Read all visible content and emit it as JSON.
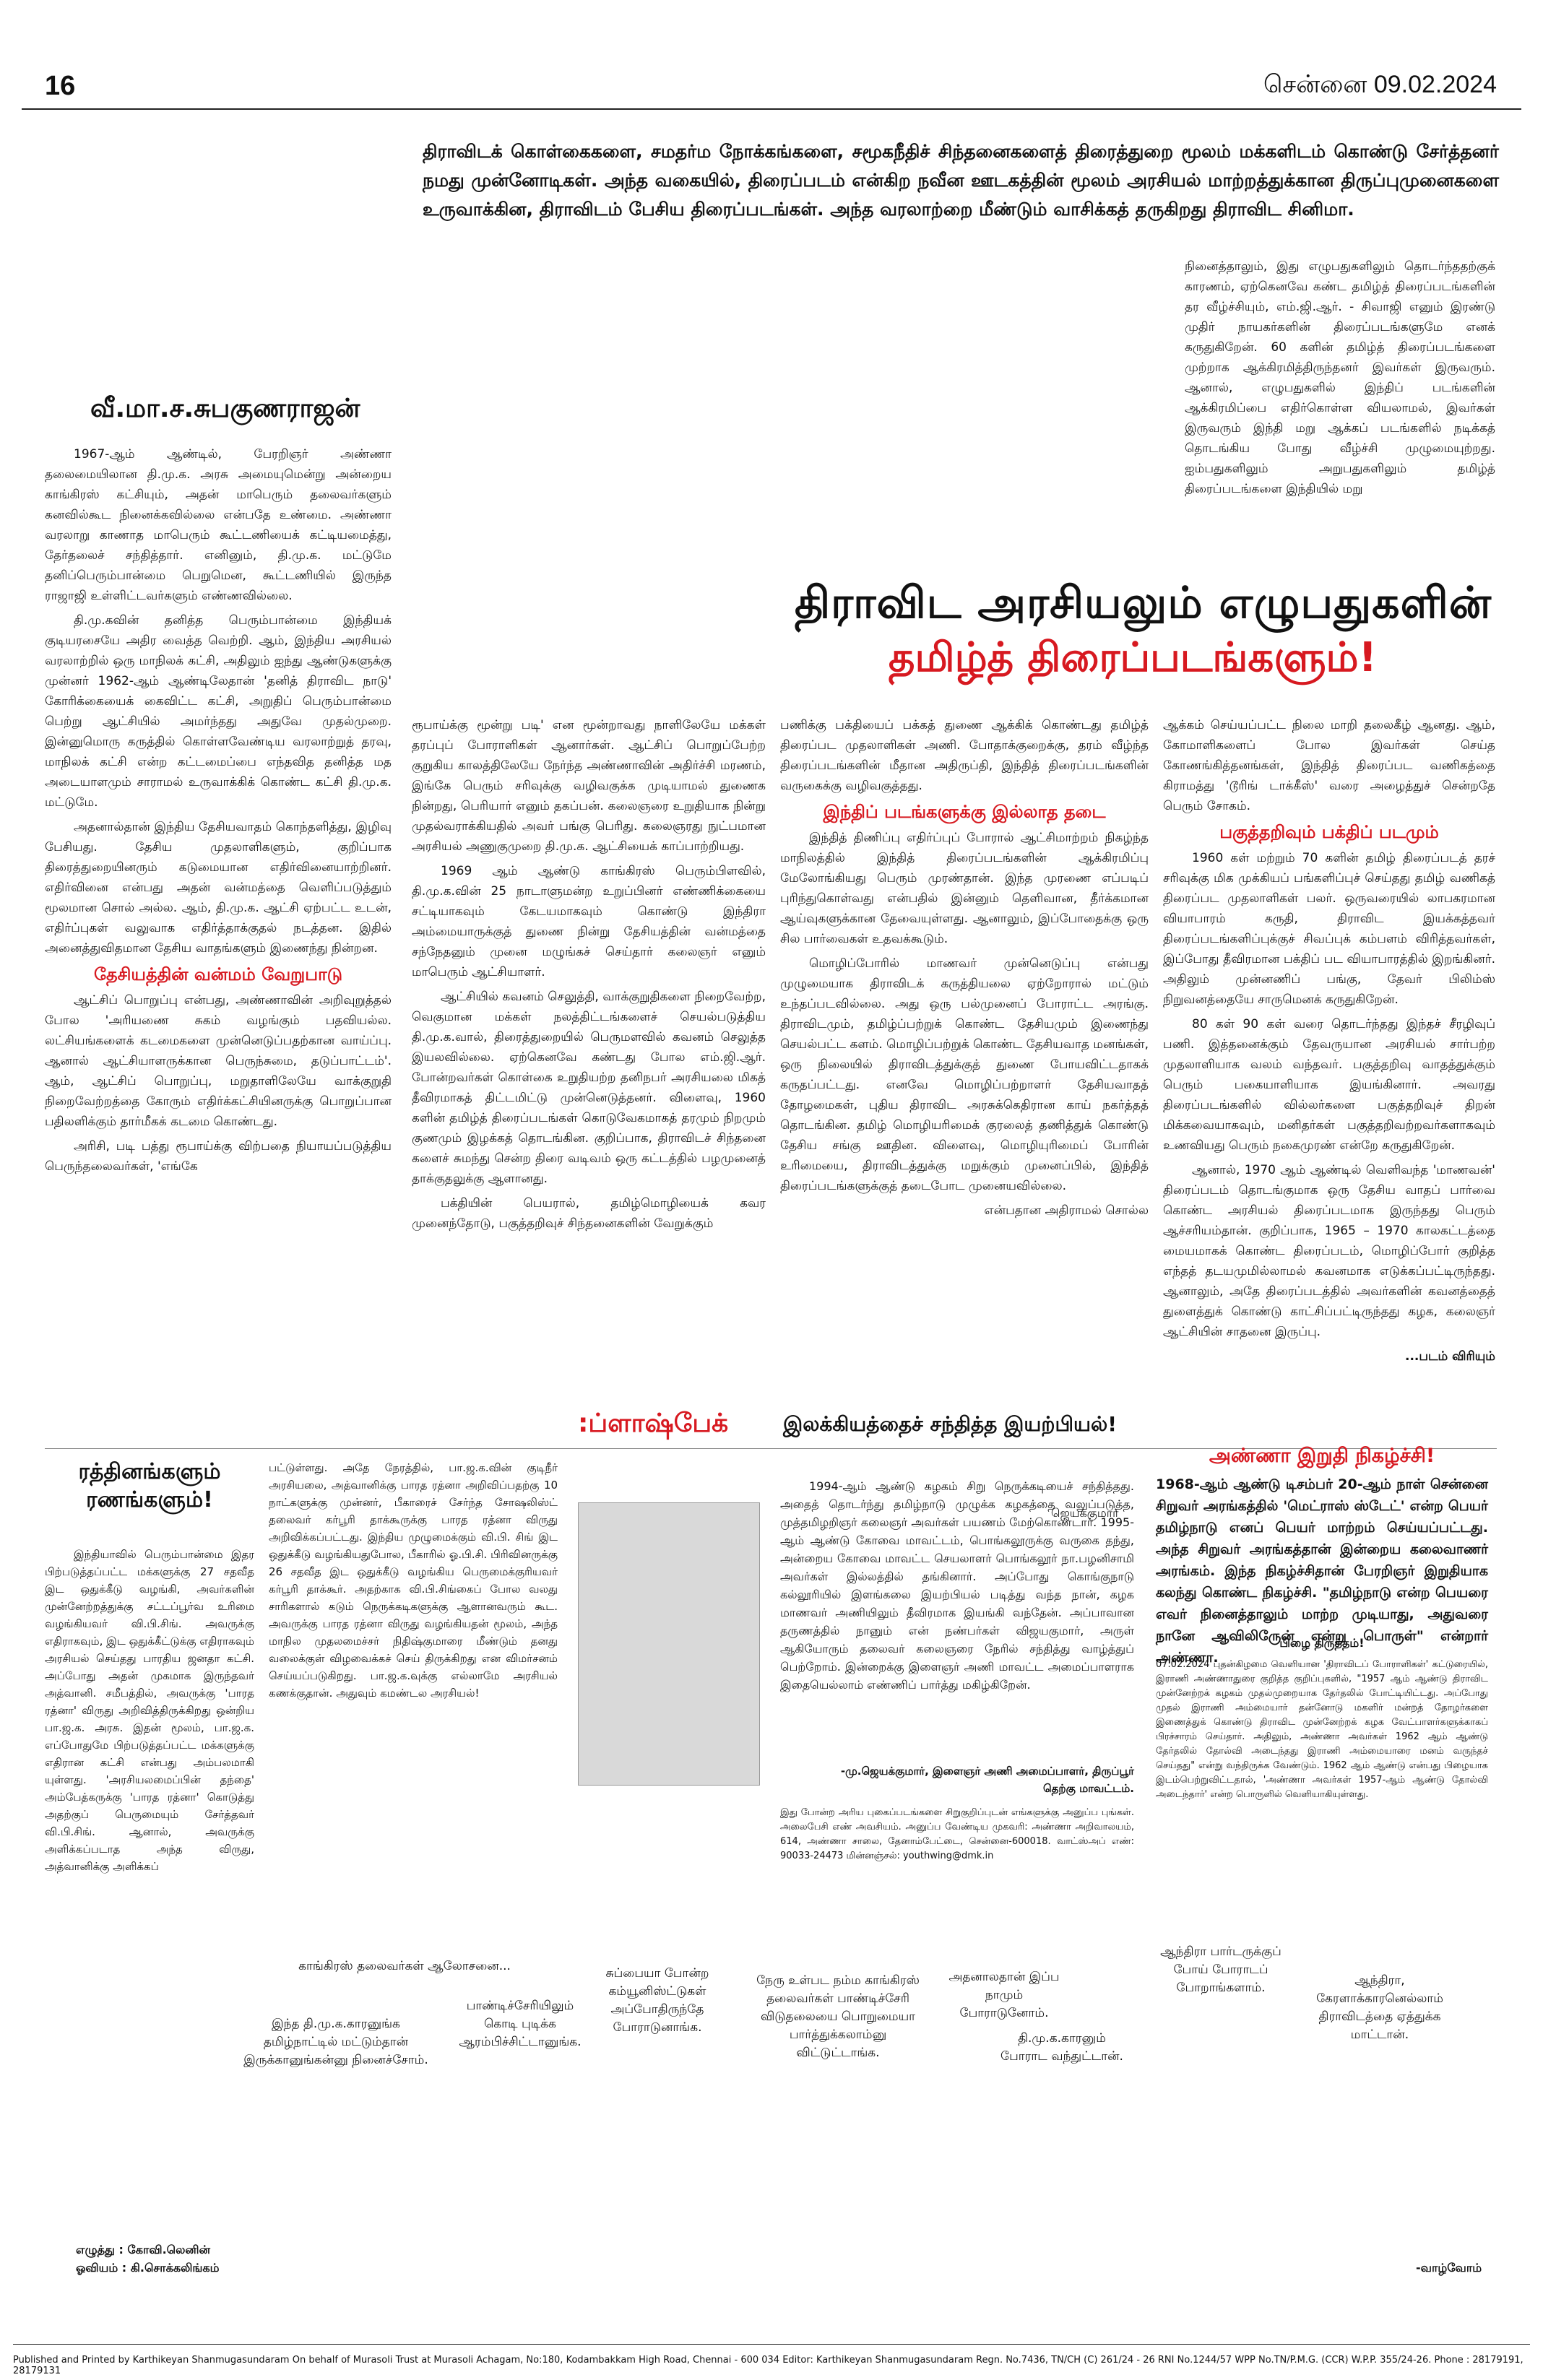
{
  "page": {
    "number": "16",
    "date": "சென்னை 09.02.2024"
  },
  "intro": "திராவிடக் கொள்கைகளை, சமதர்ம நோக்கங்களை, சமூகநீதிச் சிந்தனைகளைத் திரைத்துறை மூலம் மக்களிடம் கொண்டு சேர்த்தனர் நமது முன்னோடிகள். அந்த வகையில், திரைப்படம் என்கிற நவீன ஊடகத்தின் மூலம் அரசியல் மாற்றத்துக்கான திருப்புமுனைகளை உருவாக்கின, திராவிடம் பேசிய திரைப்படங்கள். அந்த வரலாற்றை மீண்டும் வாசிக்கத் தருகிறது திராவிட சினிமா.",
  "byline": "வீ.மா.ச.சுபகுணராஜன்",
  "headline": {
    "line1": "திராவிட அரசியலும் எழுபதுகளின்",
    "line2": "தமிழ்த் திரைப்படங்களும்!"
  },
  "col1": [
    "1967-ஆம் ஆண்டில், பேரறிஞர் அண்ணா தலைமையிலான தி.மு.க. அரசு அமையுமென்று அன்றைய காங்கிரஸ் கட்சியும், அதன் மாபெரும் தலைவர்களும் கனவில்கூட நினைக்கவில்லை என்பதே உண்மை. அண்ணா வரலாறு காணாத மாபெரும் கூட்டணியைக் கட்டியமைத்து, தேர்தலைச் சந்தித்தார். எனினும், தி.மு.க. மட்டுமே தனிப்பெரும்பான்மை பெறுமென, கூட்டணியில் இருந்த ராஜாஜி உள்ளிட்டவர்களும் எண்ணவில்லை.",
    "தி.மு.கவின் தனித்த பெரும்பான்மை இந்தியக் குடியரசையே அதிர வைத்த வெற்றி. ஆம், இந்திய அரசியல் வரலாற்றில் ஒரு மாநிலக் கட்சி, அதிலும் ஐந்து ஆண்டுகளுக்கு முன்னர் 1962-ஆம் ஆண்டிலேதான் 'தனித் திராவிட நாடு' கோரிக்கையைக் கைவிட்ட கட்சி, அறுதிப் பெரும்பான்மை பெற்று ஆட்சியில் அமர்ந்தது அதுவே முதல்முறை. இன்னுமொரு கருத்தில் கொள்ளவேண்டிய வரலாற்றுத் தரவு, மாநிலக் கட்சி என்ற கட்டமைப்பை எந்தவித தனித்த மத அடையாளமும் சாராமல் உருவாக்கிக் கொண்ட கட்சி தி.மு.க. மட்டுமே.",
    "அதனால்தான் இந்திய தேசியவாதம் கொந்தளித்து, இழிவு பேசியது. தேசிய முதலாளிகளும், குறிப்பாக திரைத்துறையினரும் கடுமையான எதிர்வினையாற்றினர். எதிர்வினை என்பது அதன் வன்மத்தை வெளிப்படுத்தும் மூலமான சொல் அல்ல. ஆம், தி.மு.க. ஆட்சி ஏற்பட்ட உடன், எதிர்ப்புகள் வலுவாக எதிர்த்தாக்குதல் நடத்தன. இதில் அனைத்துவிதமான தேசிய வாதங்களும் இணைந்து நின்றன."
  ],
  "sub1": "தேசியத்தின் வன்மம் வேறுபாடு",
  "col1b": [
    "ஆட்சிப் பொறுப்பு என்பது, அண்ணாவின் அறிவுறுத்தல் போல 'அரியணை சுகம் வழங்கும் பதவியல்ல. லட்சியங்களைக் கடமைகளை முன்னெடுப்பதற்கான வாய்ப்பு. ஆனால் ஆட்சியாளருக்கான பெருந்சுமை, தடுப்பாட்டம்'. ஆம், ஆட்சிப் பொறுப்பு, மறுதாளிலேயே வாக்குறுதி நிறைவேற்றத்தை கோரும் எதிர்க்கட்சியினருக்கு பொறுப்பான பதிலளிக்கும் தார்மீகக் கடமை கொண்டது.",
    "அரிசி, படி பத்து ரூபாய்க்கு விற்பதை நியாயப்படுத்திய பெருந்தலைவர்கள், 'எங்கே"
  ],
  "col2": [
    "ரூபாய்க்கு மூன்று படி' என மூன்றாவது நாளிலேயே மக்கள் தரப்புப் போராளிகள் ஆனார்கள். ஆட்சிப் பொறுப்பேற்ற குறுகிய காலத்திலேயே நேர்ந்த அண்ணாவின் அதிர்ச்சி மரணம், இங்கே பெரும் சரிவுக்கு வழிவகுக்க முடியாமல் துணைக நின்றது, பெரியார் எனும் தகப்பன். கலைஞரை உறுதியாக நின்று முதல்வராக்கியதில் அவர் பங்கு பெரிது. கலைஞரது நுட்பமான அரசியல் அணுகுமுறை தி.மு.க. ஆட்சியைக் காப்பாற்றியது.",
    "1969 ஆம் ஆண்டு காங்கிரஸ் பெரும்பிளவில், தி.மு.க.வின் 25 நாடாளுமன்ற உறுப்பினர் எண்ணிக்கையை சட்டியாகவும் கேடயமாகவும் கொண்டு இந்திரா அம்மையாருக்குத் துணை நின்று தேசியத்தின் வன்மத்தை சந்நேதனும் முனை மழுங்கச் செய்தார் கலைஞர் எனும் மாபெரும் ஆட்சியாளர்.",
    "ஆட்சியில் கவனம் செலுத்தி, வாக்குறுதிகளை நிறைவேற்ற, வெகுமான மக்கள் நலத்திட்டங்களைச் செயல்படுத்திய தி.மு.க.வால், திரைத்துறையில் பெருமளவில் கவனம் செலுத்த இயலவில்லை. ஏற்கெனவே கண்டது போல எம்.ஜி.ஆர். போன்றவர்கள் கொள்கை உறுதியற்ற தனிநபர் அரசியலை மிகத் தீவிரமாகத் திட்டமிட்டு முன்னெடுத்தனர். விளைவு, 1960 களின் தமிழ்த் திரைப்படங்கள் கொடுவேகமாகத் தரமும் நிறமும் குணமும் இழக்கத் தொடங்கின. குறிப்பாக, திராவிடச் சிந்தனை களைச் சுமந்து சென்ற திரை வடிவம் ஒரு கட்டத்தில் பழமுனைத் தாக்குதலுக்கு ஆளானது.",
    "பக்தியின் பெயரால், தமிழ்மொழியைக் கவர முனைந்தோடு, பகுத்தறிவுச் சிந்தனைகளின் வேறுக்கும்"
  ],
  "col3": [
    "பணிக்கு பக்தியைப் பக்கத் துணை ஆக்கிக் கொண்டது தமிழ்த் திரைப்பட முதலாளிகள் அணி. போதாக்குறைக்கு, தரம் வீழ்ந்த திரைப்படங்களின் மீதான அதிருப்தி, இந்தித் திரைப்படங்களின் வருகைக்கு வழிவகுத்தது."
  ],
  "sub2": "இந்திப் படங்களுக்கு இல்லாத தடை",
  "col3b": [
    "இந்தித் திணிப்பு எதிர்ப்புப் போரால் ஆட்சிமாற்றம் நிகழ்ந்த மாநிலத்தில் இந்தித் திரைப்படங்களின் ஆக்கிரமிப்பு மேலோங்கியது பெரும் முரண்தான். இந்த முரணை எப்படிப் புரிந்துகொள்வது என்பதில் இன்னும் தெளிவான, தீர்க்கமான ஆய்வுகளுக்கான தேவையுள்ளது. ஆனாலும், இப்போதைக்கு ஒரு சில பார்வைகள் உதவக்கூடும்.",
    "மொழிப்போரில் மாணவர் முன்னெடுப்பு என்பது முழுமையாக திராவிடக் கருத்தியலை ஏற்றோரால் மட்டும் உந்தப்படவில்லை. அது ஒரு பல்முனைப் போராட்ட அரங்கு. திராவிடமும், தமிழ்ப்பற்றுக் கொண்ட தேசியமும் இணைந்து செயல்பட்ட களம். மொழிப்பற்றுக் கொண்ட தேசியவாத மனங்கள், ஒரு நிலையில் திராவிடத்துக்குத் துணை போயவிட்டதாகக் கருதப்பட்டது. எனவே மொழிப்பற்றாளர் தேசியவாதத் தோழமைகள், புதிய திராவிட அரசுக்கெதிரான காய் நகர்த்தத் தொடங்கின. தமிழ் மொழியரிமைக் குரலைத் தணித்துக் கொண்டு தேசிய சங்கு ஊதின. விளைவு, மொழியுரிமைப் போரின் உரிமையை, திராவிடத்துக்கு மறுக்கும் முனைப்பில், இந்தித் திரைப்படங்களுக்குத் தடைபோட முனையவில்லை."
  ],
  "col3end": "என்பதான அதிராமல் சொல்ல",
  "col4": [
    "ஆக்கம் செய்யப்பட்ட நிலை மாறி தலைகீழ் ஆனது. ஆம், கோமாளிகளைப் போல இவர்கள் செய்த கோணங்கித்தனங்கள், இந்தித் திரைப்பட வணிகத்தை கிராமத்து 'டூரிங் டாக்கீஸ்' வரை அழைத்துச் சென்றதே பெரும் சோகம்."
  ],
  "sub3": "பகுத்தறிவும் பக்திப் படமும்",
  "col4b": [
    "1960 கள் மற்றும் 70 களின் தமிழ் திரைப்படத் தரச் சரிவுக்கு மிக முக்கியப் பங்களிப்புச் செய்தது தமிழ் வணிகத் திரைப்பட முதலாளிகள் பலர். ஒருவரையில் லாபகரமான வியாபாரம் கருதி, திராவிட இயக்கத்தவர் திரைப்படங்களிப்புக்குச் சிவப்புக் கம்பளம் விரித்தவர்கள், இப்போது தீவிரமான பக்திப் பட வியாபாரத்தில் இறங்கினர். அதிலும் முன்னணிப் பங்கு, தேவர் பிலிம்ஸ் நிறுவனத்தையே சாருமெனக் கருதுகிறேன்.",
    "80 கள் 90 கள் வரை தொடர்ந்தது இந்தச் சீரழிவுப் பணி. இத்தனைக்கும் தேவருயான அரசியல் சார்பற்ற முதலாளியாக வலம் வந்தவர். பகுத்தறிவு வாதத்துக்கும் பெரும் பகையாளியாக இயங்கினார். அவரது திரைப்படங்களில் வில்லர்களை பகுத்தறிவுச் திறன் மிக்கவையாகவும், மனிதர்கள் பகுத்தறிவற்றவர்களாகவும் உணவியது பெரும் நகைமுரண் என்றே கருதுகிறேன்.",
    "ஆனால், 1970 ஆம் ஆண்டில் வெளிவந்த 'மாணவன்' திரைப்படம் தொடங்குமாக ஒரு தேசிய வாதப் பார்வை கொண்ட அரசியல் திரைப்படமாக இருந்தது பெரும் ஆச்சரியம்தான். குறிப்பாக, 1965 – 1970 காலகட்டத்தை மையமாகக் கொண்ட திரைப்படம், மொழிப்போர் குறித்த எந்தத் தடயமுமில்லாமல் கவனமாக எடுக்கப்பட்டிருந்தது. ஆனாலும், அதே திரைப்படத்தில் அவர்களின் கவனத்தைத் துளைத்துக் கொண்டு காட்சிப்பட்டிருந்தது கழக, கலைஞர் ஆட்சியின் சாதனை இருப்பு."
  ],
  "col4end": "...படம் விரியும்",
  "col0top": [
    "நினைத்தாலும், இது எழுபதுகளிலும் தொடர்ந்ததற்குக் காரணம், ஏற்கெனவே கண்ட தமிழ்த் திரைப்படங்களின் தர வீழ்ச்சியும், எம்.ஜி.ஆர். - சிவாஜி எனும் இரண்டு முதிர் நாயகர்களின் திரைப்படங்களுமே எனக் கருதுகிறேன். 60 களின் தமிழ்த் திரைப்படங்களை முற்றாக ஆக்கிரமித்திருந்தனர் இவர்கள் இருவரும். ஆனால், எழுபதுகளில் இந்திப் படங்களின் ஆக்கிரமிப்பை எதிர்கொள்ள வியலாமல், இவர்கள் இருவரும் இந்தி மறு ஆக்கப் படங்களில் நடிக்கத் தொடங்கிய போது வீழ்ச்சி முழுமையுற்றது. ஐம்பதுகளிலும் அறுபதுகளிலும் தமிழ்த் திரைப்படங்களை இந்தியில் மறு"
  ],
  "box1": {
    "title": "ரத்தினங்களும் ரணங்களும்!",
    "text": "இந்தியாவில் பெரும்பான்மை இதர பிற்படுத்தப்பட்ட மக்களுக்கு 27 சதவீத இட ஒதுக்கீடு வழங்கி, அவர்களின் முன்னேற்றத்துக்கு சட்டப்பூர்வ உரிமை வழங்கியவர் வி.பி.சிங். அவருக்கு எதிராகவும், இட ஒதுக்கீட்டுக்கு எதிராகவும் அரசியல் செய்தது பாரதிய ஜனதா கட்சி. அப்போது அதன் முகமாக இருந்தவர் அத்வானி. சமீபத்தில், அவருக்கு 'பாரத ரத்னா' விருது அறிவித்திருக்கிறது ஒன்றிய பா.ஜ.க. அரசு. இதன் மூலம், பா.ஜ.க. எப்போதுமே பிற்படுத்தப்பட்ட மக்களுக்கு எதிரான கட்சி என்பது அம்பலமாகி யுள்ளது. 'அரசியலமைப்பின் தந்தை' அம்பேத்கருக்கு 'பாரத ரத்னா' கொடுத்து அதற்குப் பெருமையும் சேர்த்தவர் வி.பி.சிங். ஆனால், அவருக்கு அளிக்கப்படாத அந்த விருது, அத்வானிக்கு அளிக்கப்",
    "text2": "பட்டுள்ளது. அதே நேரத்தில், பா.ஜ.க.வின் குடிநீர் அரசியலை, அத்வானிக்கு பாரத ரத்னா அறிவிப்பதற்கு 10 நாட்களுக்கு முன்னர், பீகாரைச் சேர்ந்த சோஷலிஸ்ட் தலைவர் கர்பூரி தாக்கூருக்கு பாரத ரத்னா விருது அறிவிக்கப்பட்டது. இந்திய முழுமைக்கும் வி.பி. சிங் இட ஒதுக்கீடு வழங்கியதுபோல, பீகாரில் ஓ.பி.சி. பிரிவினருக்கு 26 சதவீத இட ஒதுக்கீடு வழங்கிய பெருமைக்குரியவர் கர்பூரி தாக்கூர். அதற்காக வி.பி.சிங்கைப் போல வலது சாரிகளால் கடும் நெருக்கடிகளுக்கு ஆளானவரும் கூட. அவருக்கு பாரத ரத்னா விருது வழங்கியதன் மூலம், அந்த மாநில முதலமைச்சர் நிதிஷ்குமாரை மீண்டும் தனது வலைக்குள் விழவைக்கச் செய் திருக்கிறது என விமர்சனம் செய்யப்படுகிறது. பா.ஜ.க.வுக்கு எல்லாமே அரசியல் கணக்குதான். அதுவும் கமண்டல அரசியல்!"
  },
  "flash": ":ப்ளாஷ்பேக்",
  "box2": {
    "title": "இலக்கியத்தைச் சந்தித்த இயற்பியல்!",
    "text": "1994-ஆம் ஆண்டு கழகம் சிறு நெருக்கடியைச் சந்தித்தது. அதைத் தொடர்ந்து தமிழ்நாடு முழுக்க கழகத்தை வலுப்படுத்த, முத்தமிழறிஞர் கலைஞர் அவர்கள் பயணம் மேற்கொண்டார். 1995-ஆம் ஆண்டு கோவை மாவட்டம், பொங்கலூருக்கு வருகை தந்து, அன்றைய கோவை மாவட்ட செயலாளர் பொங்கலூர் நா.பழனிசாமி அவர்கள் இல்லத்தில் தங்கினார். அப்போது கொங்குநாடு கல்லூரியில் இளங்கலை இயற்பியல் படித்து வந்த நான், கழக மாணவர் அணியிலும் தீவிரமாக இயங்கி வந்தேன். அப்பாவான தருணத்தில் நானும் என் நண்பர்கள் விஜயகுமார், அருள் ஆகியோரும் தலைவர் கலைஞரை நேரில் சந்தித்து வாழ்த்துப் பெற்றோம். இன்றைக்கு இளைஞர் அணி மாவட்ட அமைப்பாளராக இதையெல்லாம் எண்ணிப் பார்த்து மகிழ்கிறேன்.",
    "name": "ஜெயக்குமார்",
    "sign": "-மு.ஜெயக்குமார், இளைஞர் அணி அமைப்பாளர், திருப்பூர் தெற்கு மாவட்டம்.",
    "note": "இது போன்ற அரிய புகைப்படங்களை சிறுகுறிப்புடன் எங்களுக்கு அனுப்ப புங்கள். அலைபேசி எண் அவசியம். அனுப்ப வேண்டிய முகவரி: அண்ணா அறிவாலயம், 614, அண்ணா சாலை, தேனாம்பேட்டை, சென்னை-600018. வாட்ஸ்அப் எண்: 90033-24473 மின்னஞ்சல்: youthwing@dmk.in"
  },
  "anna": {
    "title": "அண்ணா இறுதி நிகழ்ச்சி!",
    "text": "1968-ஆம் ஆண்டு டிசம்பர் 20-ஆம் நாள் சென்னை சிறுவர் அரங்கத்தில் 'மெட்ராஸ் ஸ்டேட்' என்ற பெயர் தமிழ்நாடு எனப் பெயர் மாற்றம் செய்யப்பட்டது. அந்த சிறுவர் அரங்கத்தான் இன்றைய கலைவாணர் அரங்கம். இந்த நிகழ்ச்சிதான் பேரறிஞர் இறுதியாக கலந்து கொண்ட நிகழ்ச்சி. \"தமிழ்நாடு என்ற பெயரை எவர் நினைத்தாலும் மாற்ற முடியாது, அதுவரை நானே ஆவிலிருேன் என்று பொருள்\" என்றார் அண்ணா.",
    "sub": "பிழை திருத்தம்!",
    "note": "07.02.2024 புதன்கிழமை வெளியான 'திராவிடப் போராளிகள்' கட்டுரையில், இராணி அண்ணாதுரை குறித்த குறிப்புகளில், \"1957 ஆம் ஆண்டு திராவிட முன்னேற்றக் கழகம் முதல்முறையாக தேர்தலில் போட்டியிட்டது. அப்போது முதல் இராணி அம்மையார் தன்னோடு மகளிர் மன்றத் தோழர்களை இணைத்துக் கொண்டு திராவிட முன்னேற்றக் கழக வேட்பாளர்களுக்காகப் பிரச்சாரம் செய்தார். அதிலும், அண்ணா அவர்கள் 1962 ஆம் ஆண்டு தேர்தலில் தோல்வி அடைந்தது இராணி அம்மையாரை மனம் வருந்தச் செய்தது\" என்று வந்திருக்க வேண்டும். 1962 ஆம் ஆண்டு என்பது பிழையாக இடம்பெற்றுவிட்டதால், 'அண்ணா அவர்கள் 1957-ஆம் ஆண்டு தோல்வி அடைந்தார்' என்ற பொருளில் வெளியாகியுள்ளது."
  },
  "cartoon": {
    "c1": "காங்கிரஸ் தலைவர்கள் ஆலோசனை...",
    "c2": "இந்த தி.மு.க.காரனுங்க தமிழ்நாட்டில் மட்டும்தான் இருக்கானுங்கன்னு நினைச்சோம்.",
    "c3": "பாண்டிச்சேரியிலும் கொடி புடிக்க ஆரம்பிச்சிட்டானுங்க.",
    "c4": "சுப்பையா போன்ற கம்யூனிஸ்ட்டுகள் அப்போதிருந்தே போராடுனாங்க.",
    "c5": "நேரு உள்பட நம்ம காங்கிரஸ் தலைவர்கள் பாண்டிச்சேரி விடுதலையை பொறுமையா பார்த்துக்கலாம்னு விட்டுட்டாங்க.",
    "c6": "அதனாலதான் இப்ப நாமும் போராடுனோம்.",
    "c7": "தி.மு.க.காரனும் போராட வந்துட்டான்.",
    "c8": "ஆந்திரா பார்டருக்குப் போய் போராடப் போறாங்களாம்.",
    "c9": "ஆந்திரா, கேரளாக்காரனெல்லாம் திராவிடத்தை ஏத்துக்க மாட்டான்.",
    "credit1": "எழுத்து : கோவி.லெனின்",
    "credit2": "ஓவியம் : கி.சொக்கலிங்கம்",
    "sign": "-வாழ்வோம்"
  },
  "footer": "Published and Printed by Karthikeyan Shanmugasundaram On behalf of Murasoli Trust at Murasoli Achagam, No:180, Kodambakkam High Road, Chennai - 600 034 Editor: Karthikeyan Shanmugasundaram Regn. No.7436, TN/CH (C) 261/24 - 26 RNI No.1244/57 WPP No.TN/P.M.G. (CCR) W.P.P. 355/24-26. Phone : 28179191, 28179131"
}
